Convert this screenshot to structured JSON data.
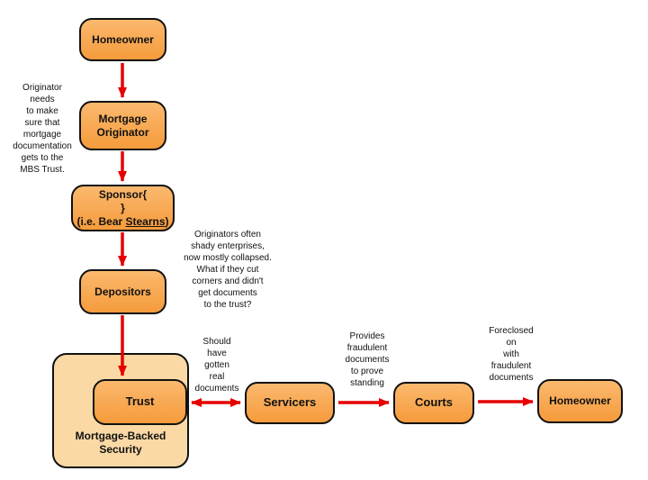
{
  "diagram": {
    "nodes": {
      "homeowner_top": {
        "label": "Homeowner"
      },
      "mortgage_originator": {
        "label": "Mortgage\nOriginator"
      },
      "sponsor": {
        "title": "Sponsor",
        "sub_prefix": "(i.e. Bear ",
        "sub_underline": "Stearns",
        "sub_suffix": ")"
      },
      "depositors": {
        "label": "Depositors"
      },
      "trust": {
        "label": "Trust"
      },
      "mbs_container": {
        "label": "Mortgage-Backed\nSecurity"
      },
      "servicers": {
        "label": "Servicers"
      },
      "courts": {
        "label": "Courts"
      },
      "homeowner_right": {
        "label": "Homeowner"
      }
    },
    "notes": {
      "originator_note": "Originator\nneeds\nto make\nsure that\nmortgage\ndocumentation\ngets to the\nMBS Trust.",
      "shady_note": "Originators often\nshady enterprises,\nnow mostly collapsed.\nWhat if they cut\ncorners and didn't\nget documents\nto the trust?",
      "should_note": "Should\nhave\ngotten\nreal\ndocuments",
      "provides_note": "Provides\nfraudulent\ndocuments\nto prove\nstanding",
      "foreclosed_note": "Foreclosed\non\nwith\nfraudulent\ndocuments"
    },
    "colors": {
      "box_fill": "#F59B3C",
      "box_fill_light": "#FBB96E",
      "container_fill": "#FAD9A5",
      "border": "#111111",
      "arrow": "#E60000"
    }
  }
}
